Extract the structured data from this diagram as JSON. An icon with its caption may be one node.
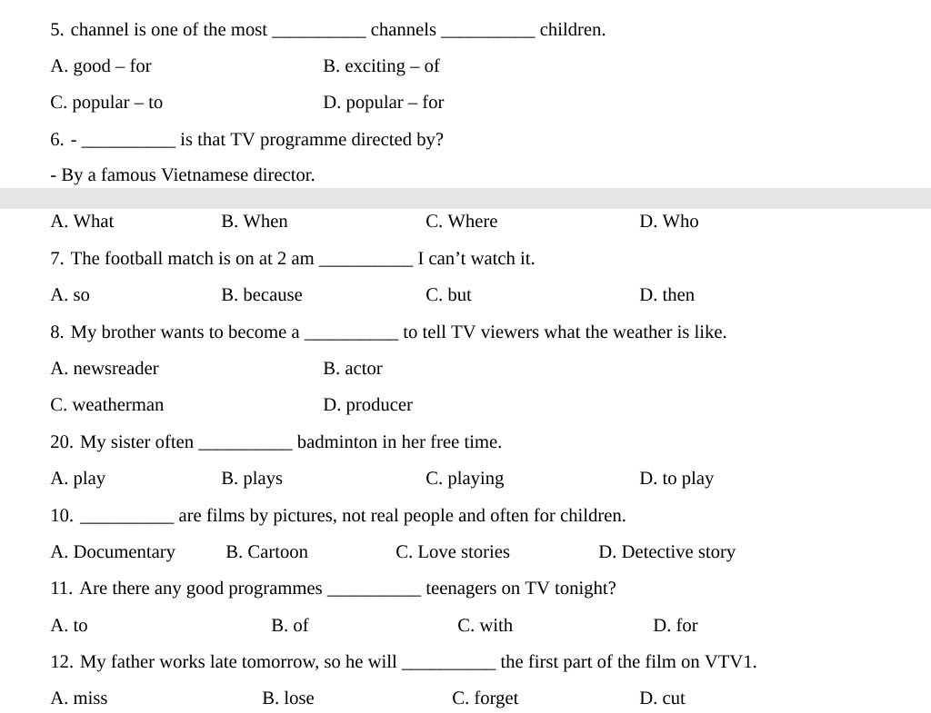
{
  "diagram": {
    "labels": [
      "5. channel is one of the most __________ channels __________ children.",
      "A. good – for",
      "B. exciting – of",
      "C. popular – to",
      "D. popular – for",
      "6. - __________ is that TV programme directed by?",
      "- By a famous Vietnamese director.",
      "A. What",
      "B. When",
      "C. Where",
      "D. Who",
      "7. The football match is on at 2 am __________ I can’t watch it.",
      "A. so",
      "B. because",
      "C. but",
      "D. then",
      "8. My brother wants to become a __________ to tell TV viewers what the weather is like.",
      "A. newsreader",
      "B. actor",
      "C. weatherman",
      "D. producer",
      "20. My sister often __________ badminton in her free time.",
      "A. play",
      "B. plays",
      "C. playing",
      "D. to play",
      "10. __________ are films by pictures, not real people and often for children.",
      "A. Documentary",
      "B. Cartoon",
      "C. Love stories",
      "D. Detective story",
      "11. Are there any good programmes __________ teenagers on TV tonight?",
      "A. to",
      "B. of",
      "C. with",
      "D. for",
      "12. My father works late tomorrow, so he will __________ the first part of the film on VTV1.",
      "A. miss",
      "B. lose",
      "C. forget",
      "D. cut"
    ]
  }
}
